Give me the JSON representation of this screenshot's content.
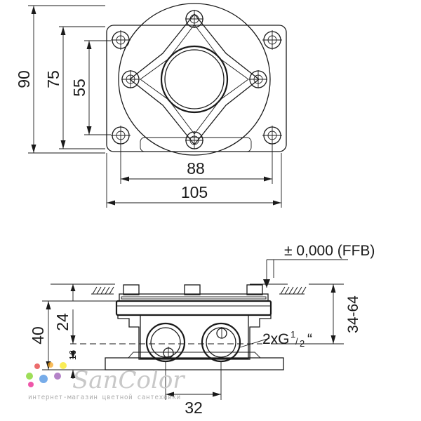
{
  "top_view": {
    "dim_90": "90",
    "dim_75": "75",
    "dim_55": "55",
    "dim_88": "88",
    "dim_105": "105"
  },
  "side_view": {
    "ffb_label": "± 0,000 (FFB)",
    "dim_34_64": "34-64",
    "dim_40": "40",
    "dim_24": "24",
    "dim_16": "16",
    "dim_32": "32",
    "thread_prefix": "2xG",
    "thread_num": "1",
    "thread_den": "2",
    "thread_suffix": "“"
  },
  "watermark": {
    "brand": "SanColor",
    "tagline": "интернет-магазин цветной сантехники",
    "dot_colors": [
      "#e63b3b",
      "#f5a623",
      "#f8e71c",
      "#7ed321",
      "#4a90e2",
      "#9b59b6",
      "#e91e8c"
    ]
  }
}
